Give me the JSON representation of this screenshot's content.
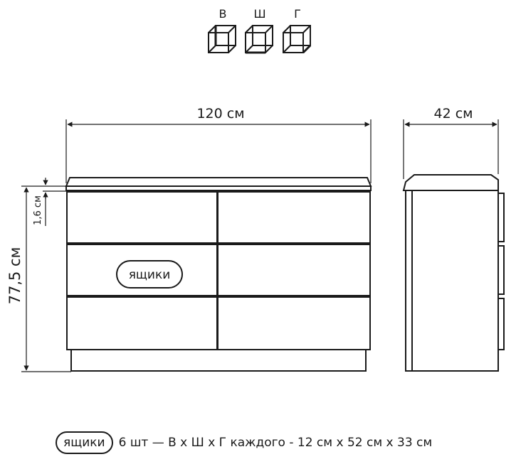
{
  "axis_labels": {
    "height": "В",
    "width": "Ш",
    "depth": "Г"
  },
  "dimensions": {
    "width": "120 см",
    "depth": "42 см",
    "height": "77,5 см",
    "top_thickness": "1,6 см"
  },
  "drawer_badge": "ящики",
  "footer": {
    "badge": "ящики",
    "spec": "6 шт — В х Ш х Г каждого - 12 см х 52 см х 33 см"
  },
  "colors": {
    "stroke": "#1a1a1a",
    "background": "#ffffff"
  }
}
